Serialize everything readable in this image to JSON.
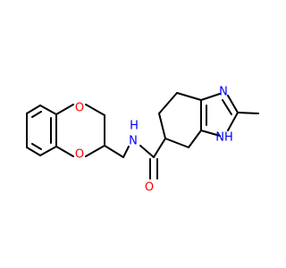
{
  "molecule": {
    "atoms": {
      "O1": {
        "symbol": "O"
      },
      "O2": {
        "symbol": "O"
      },
      "N_amide": {
        "symbol": "N"
      },
      "H_amide": {
        "symbol": "H"
      },
      "O_carbonyl": {
        "symbol": "O"
      },
      "N_imine": {
        "symbol": "N"
      },
      "NH_ring": {
        "symbol": "NH"
      }
    },
    "colors": {
      "bond": "#000000",
      "oxygen": "#FF0000",
      "nitrogen": "#0000FF",
      "background": "#FFFFFF"
    }
  }
}
